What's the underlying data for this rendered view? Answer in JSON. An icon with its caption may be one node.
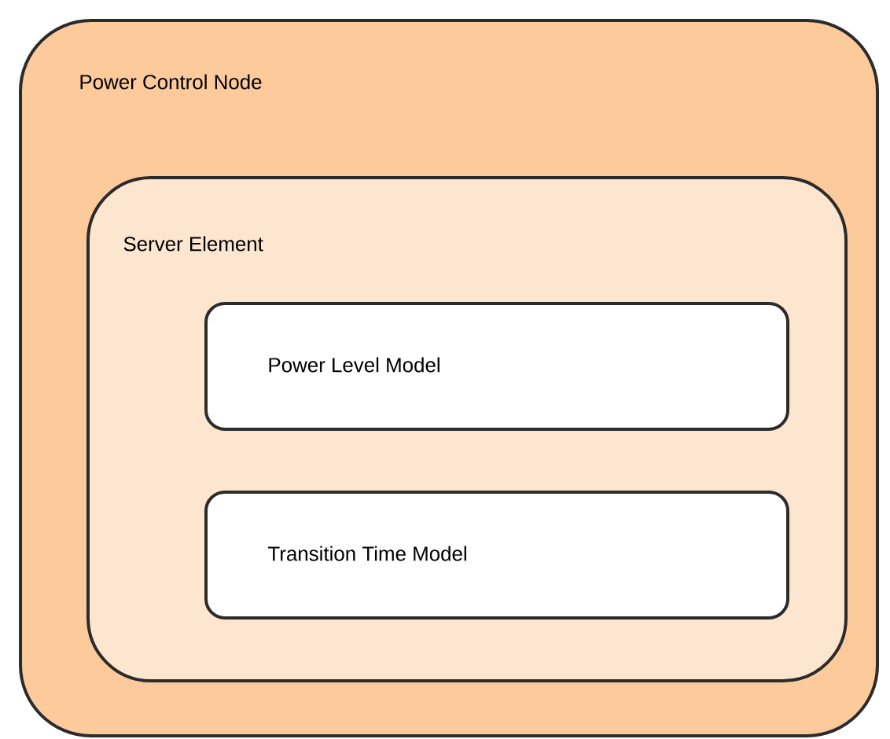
{
  "diagram": {
    "nodes": [
      {
        "text": [
          "Power Control Node"
        ]
      },
      {
        "text": [
          "Server Element"
        ],
        "in": 0
      },
      {
        "text": [
          "Power Level Model"
        ],
        "in": 1
      },
      {
        "text": [
          "Transition Time Model"
        ],
        "in": 1
      }
    ]
  }
}
